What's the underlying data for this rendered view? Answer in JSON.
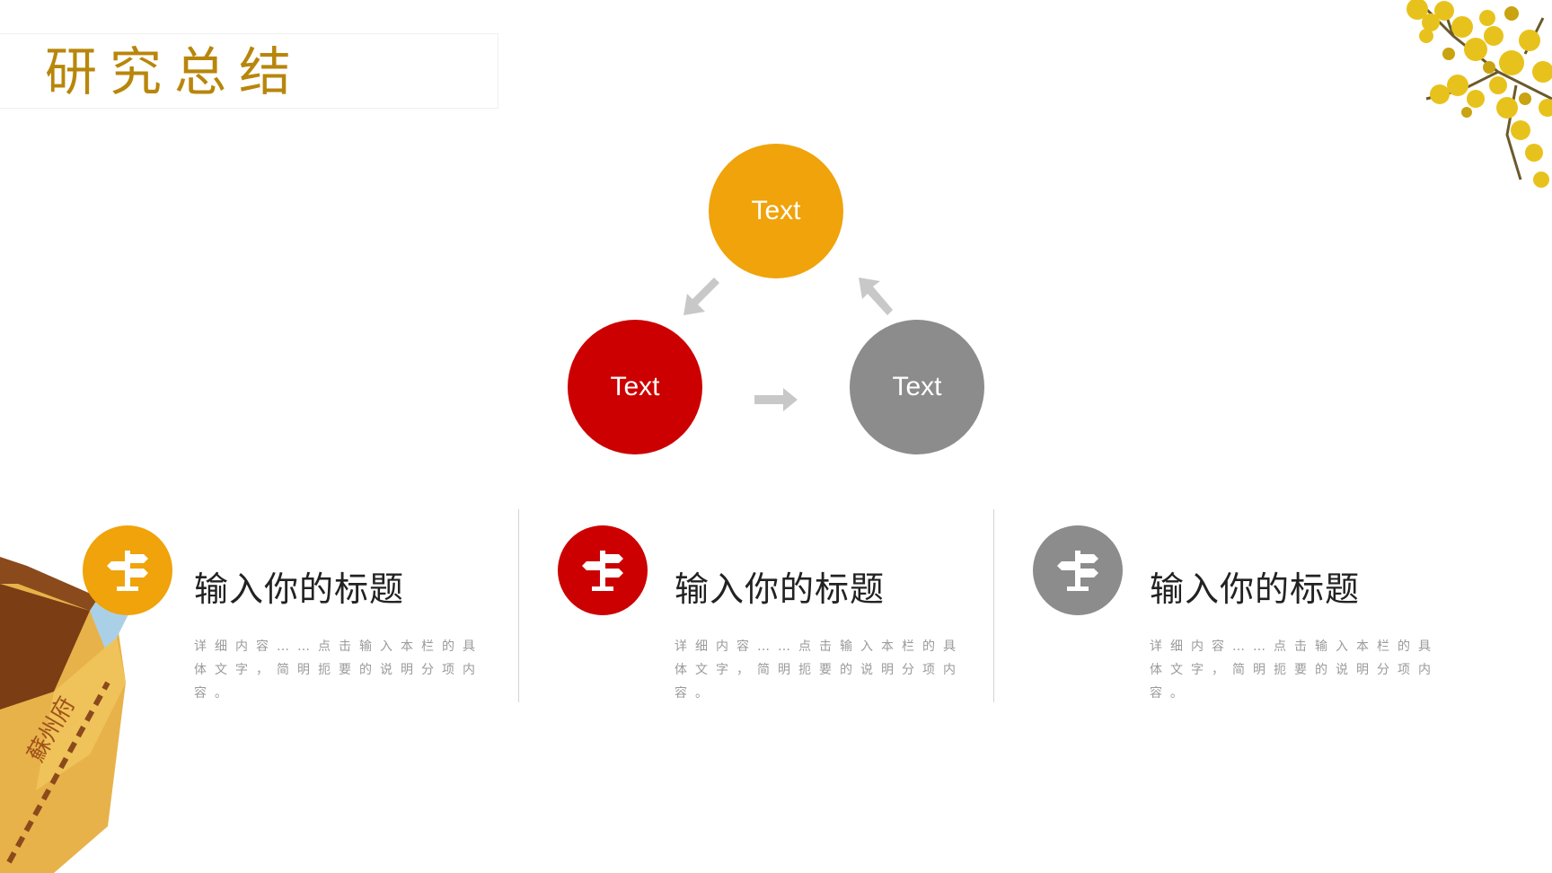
{
  "header": {
    "title": "研究总结"
  },
  "cycle": {
    "nodes": [
      {
        "label": "Text",
        "color": "#f0a30a"
      },
      {
        "label": "Text",
        "color": "#cc0000"
      },
      {
        "label": "Text",
        "color": "#8c8c8c"
      }
    ]
  },
  "columns": [
    {
      "title": "输入你的标题",
      "desc": "详细内容……点击输入本栏的具体文字，简明扼要的说明分项内容。",
      "color": "#f0a30a",
      "icon": "signpost-icon"
    },
    {
      "title": "输入你的标题",
      "desc": "详细内容……点击输入本栏的具体文字，简明扼要的说明分项内容。",
      "color": "#cc0000",
      "icon": "signpost-icon"
    },
    {
      "title": "输入你的标题",
      "desc": "详细内容……点击输入本栏的具体文字，简明扼要的说明分项内容。",
      "color": "#8c8c8c",
      "icon": "signpost-icon"
    }
  ],
  "decor": {
    "tree": "ginkgo-branch",
    "building": "ancient-building"
  }
}
